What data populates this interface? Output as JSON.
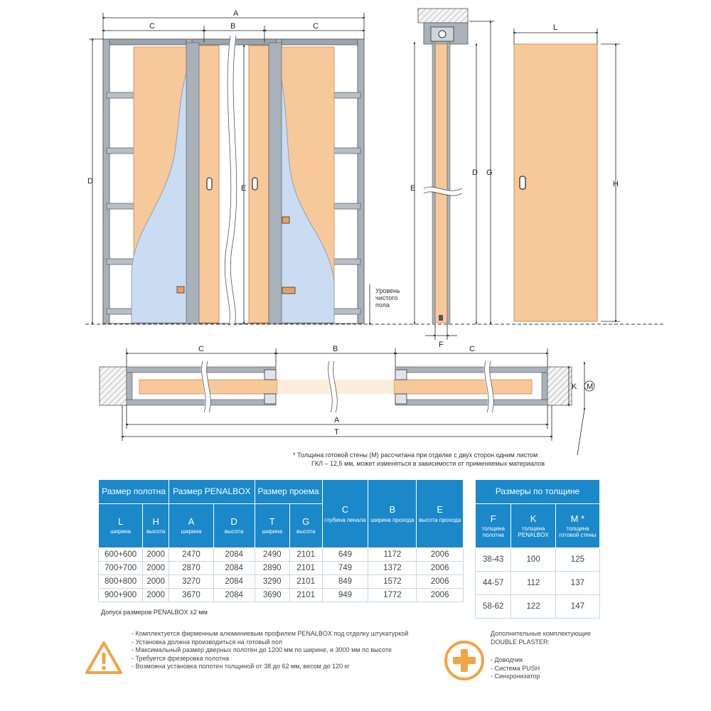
{
  "labels": {
    "A": "A",
    "B": "B",
    "C": "C",
    "D": "D",
    "E": "E",
    "F": "F",
    "G": "G",
    "H": "H",
    "L": "L",
    "K": "K",
    "M": "M",
    "T": "T"
  },
  "floor_label": [
    "Уровень",
    "чистого",
    "пола"
  ],
  "footnote": [
    "* Толщина готовой стены (М) рассчитана при отделке с двух сторон одним листом",
    "ГКЛ – 12,5 мм, может изменяться в зависимости от применяемых материалов"
  ],
  "spec_table": {
    "groups": [
      "Размер полотна",
      "Размер PENALBOX",
      "Размер проема"
    ],
    "columns": [
      {
        "letter": "L",
        "sub": "ширина"
      },
      {
        "letter": "H",
        "sub": "высота"
      },
      {
        "letter": "A",
        "sub": "ширина"
      },
      {
        "letter": "D",
        "sub": "высота"
      },
      {
        "letter": "T",
        "sub": "ширина"
      },
      {
        "letter": "G",
        "sub": "высота"
      },
      {
        "letter": "C",
        "sub": "глубина пенала"
      },
      {
        "letter": "B",
        "sub": "ширина прохода"
      },
      {
        "letter": "E",
        "sub": "высота прохода"
      }
    ],
    "rows": [
      [
        "600+600",
        "2000",
        "2470",
        "2084",
        "2490",
        "2101",
        "649",
        "1172",
        "2006"
      ],
      [
        "700+700",
        "2000",
        "2870",
        "2084",
        "2890",
        "2101",
        "749",
        "1372",
        "2006"
      ],
      [
        "800+800",
        "2000",
        "3270",
        "2084",
        "3290",
        "2101",
        "849",
        "1572",
        "2006"
      ],
      [
        "900+900",
        "2000",
        "3670",
        "2084",
        "3690",
        "2101",
        "949",
        "1772",
        "2006"
      ]
    ]
  },
  "tolerance": "Допуск размеров PENALBOX ±2 мм",
  "thick_table": {
    "title": "Размеры по толщине",
    "columns": [
      {
        "letter": "F",
        "sub": "толщина полотна"
      },
      {
        "letter": "K",
        "sub": "толщина PENALBOX"
      },
      {
        "letter": "M *",
        "sub": "толщина готовой стены"
      }
    ],
    "rows": [
      [
        "38-43",
        "100",
        "125"
      ],
      [
        "44-57",
        "112",
        "137"
      ],
      [
        "58-62",
        "122",
        "147"
      ]
    ]
  },
  "warning_notes": [
    "Комплектуется фирменным алюминиевым профилем PENALBOX под отделку штукатуркой",
    "Установка должна производиться на готовый пол",
    "Максимальный размер дверных полотен до 1200 мм по ширине, и 3000 мм по высоте",
    "Требуется фрезеровка полотна",
    "Возможна установка полотен толщиной от 38 до 62 мм, весом до 120 кг"
  ],
  "extras_title": [
    "Дополнительные комплектующие",
    "DOUBLE PLASTER:"
  ],
  "extras": [
    "Доводчик",
    "Система PUSH",
    "Синхронизатор"
  ],
  "colors": {
    "table_header": "#1a88c9",
    "door": "#f6c89a",
    "glass": "#c9dcf2",
    "frame": "#9aa5ae",
    "icon": "#f2a344"
  }
}
